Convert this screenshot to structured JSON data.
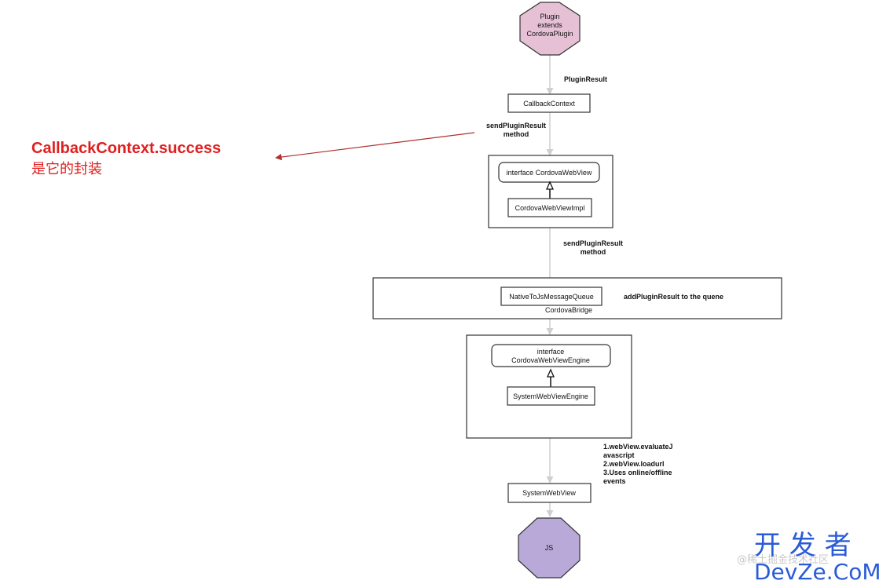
{
  "nodes": {
    "plugin": {
      "lines": [
        "Plugin",
        "extends",
        "CordovaPlugin"
      ]
    },
    "callback_context": "CallbackContext",
    "cordova_webview_interface": "interface CordovaWebView",
    "cordova_webview_impl": "CordovaWebViewImpl",
    "native_queue": "NativeToJsMessageQueue",
    "cordova_bridge": "CordovaBridge",
    "engine_interface": {
      "lines": [
        "interface",
        "CordovaWebViewEngine"
      ]
    },
    "system_engine": "SystemWebViewEngine",
    "system_webview": "SystemWebView",
    "js": "JS"
  },
  "edge_labels": {
    "plugin_result": "PluginResult",
    "send_plugin_result_1": {
      "lines": [
        "sendPluginResult",
        "method"
      ]
    },
    "send_plugin_result_2": {
      "lines": [
        "sendPluginResult",
        "method"
      ]
    },
    "add_plugin_result": "addPluginResult to the quene",
    "webview_methods": {
      "lines": [
        "1.webView.evaluateJ",
        "avascript",
        "2.webView.loadurl",
        "3.Uses online/offline",
        "events"
      ]
    }
  },
  "annotation": {
    "title": "CallbackContext.success",
    "subtitle": "是它的封装"
  },
  "watermark": {
    "brand_top": "开 发 者",
    "brand_bottom": "DevZe.CoM",
    "small_text": "@稀土掘金技术社区"
  },
  "colors": {
    "plugin_fill": "#e6c1d6",
    "js_fill": "#b9a9d9",
    "connector": "#cfcfcf",
    "accent_red": "#e02020",
    "arrow_red": "#b03030",
    "watermark_blue": "#2a5bd7"
  }
}
